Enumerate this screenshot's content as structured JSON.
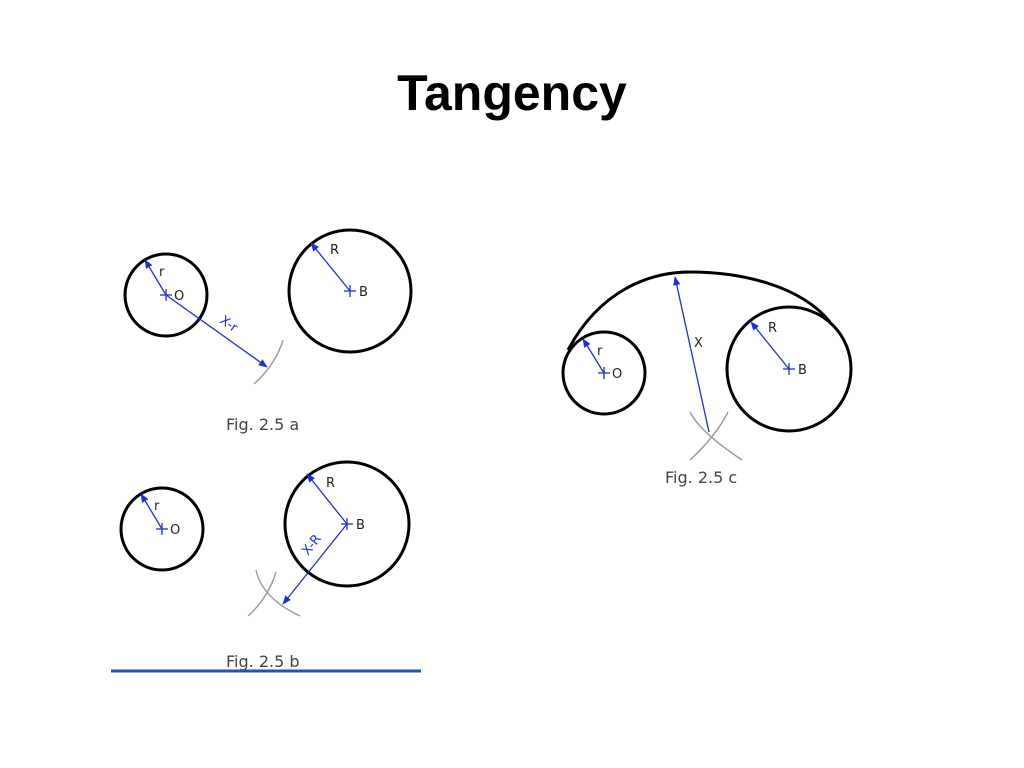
{
  "slide": {
    "title": "Tangency"
  },
  "figures": {
    "a": {
      "caption": "Fig. 2.5 a",
      "small_radius_label": "r",
      "small_center_label": "O",
      "large_radius_label": "R",
      "large_center_label": "B",
      "dimension_label": "X-r"
    },
    "b": {
      "caption": "Fig. 2.5 b",
      "small_radius_label": "r",
      "small_center_label": "O",
      "large_radius_label": "R",
      "large_center_label": "B",
      "dimension_label": "X-R"
    },
    "c": {
      "caption": "Fig. 2.5 c",
      "small_radius_label": "r",
      "small_center_label": "O",
      "large_radius_label": "R",
      "large_center_label": "B",
      "dimension_label": "X"
    }
  },
  "colors": {
    "dimension_blue": "#1f2fd6",
    "link_underline": "#1f4fcf",
    "construction_gray": "#9a9a9a"
  }
}
